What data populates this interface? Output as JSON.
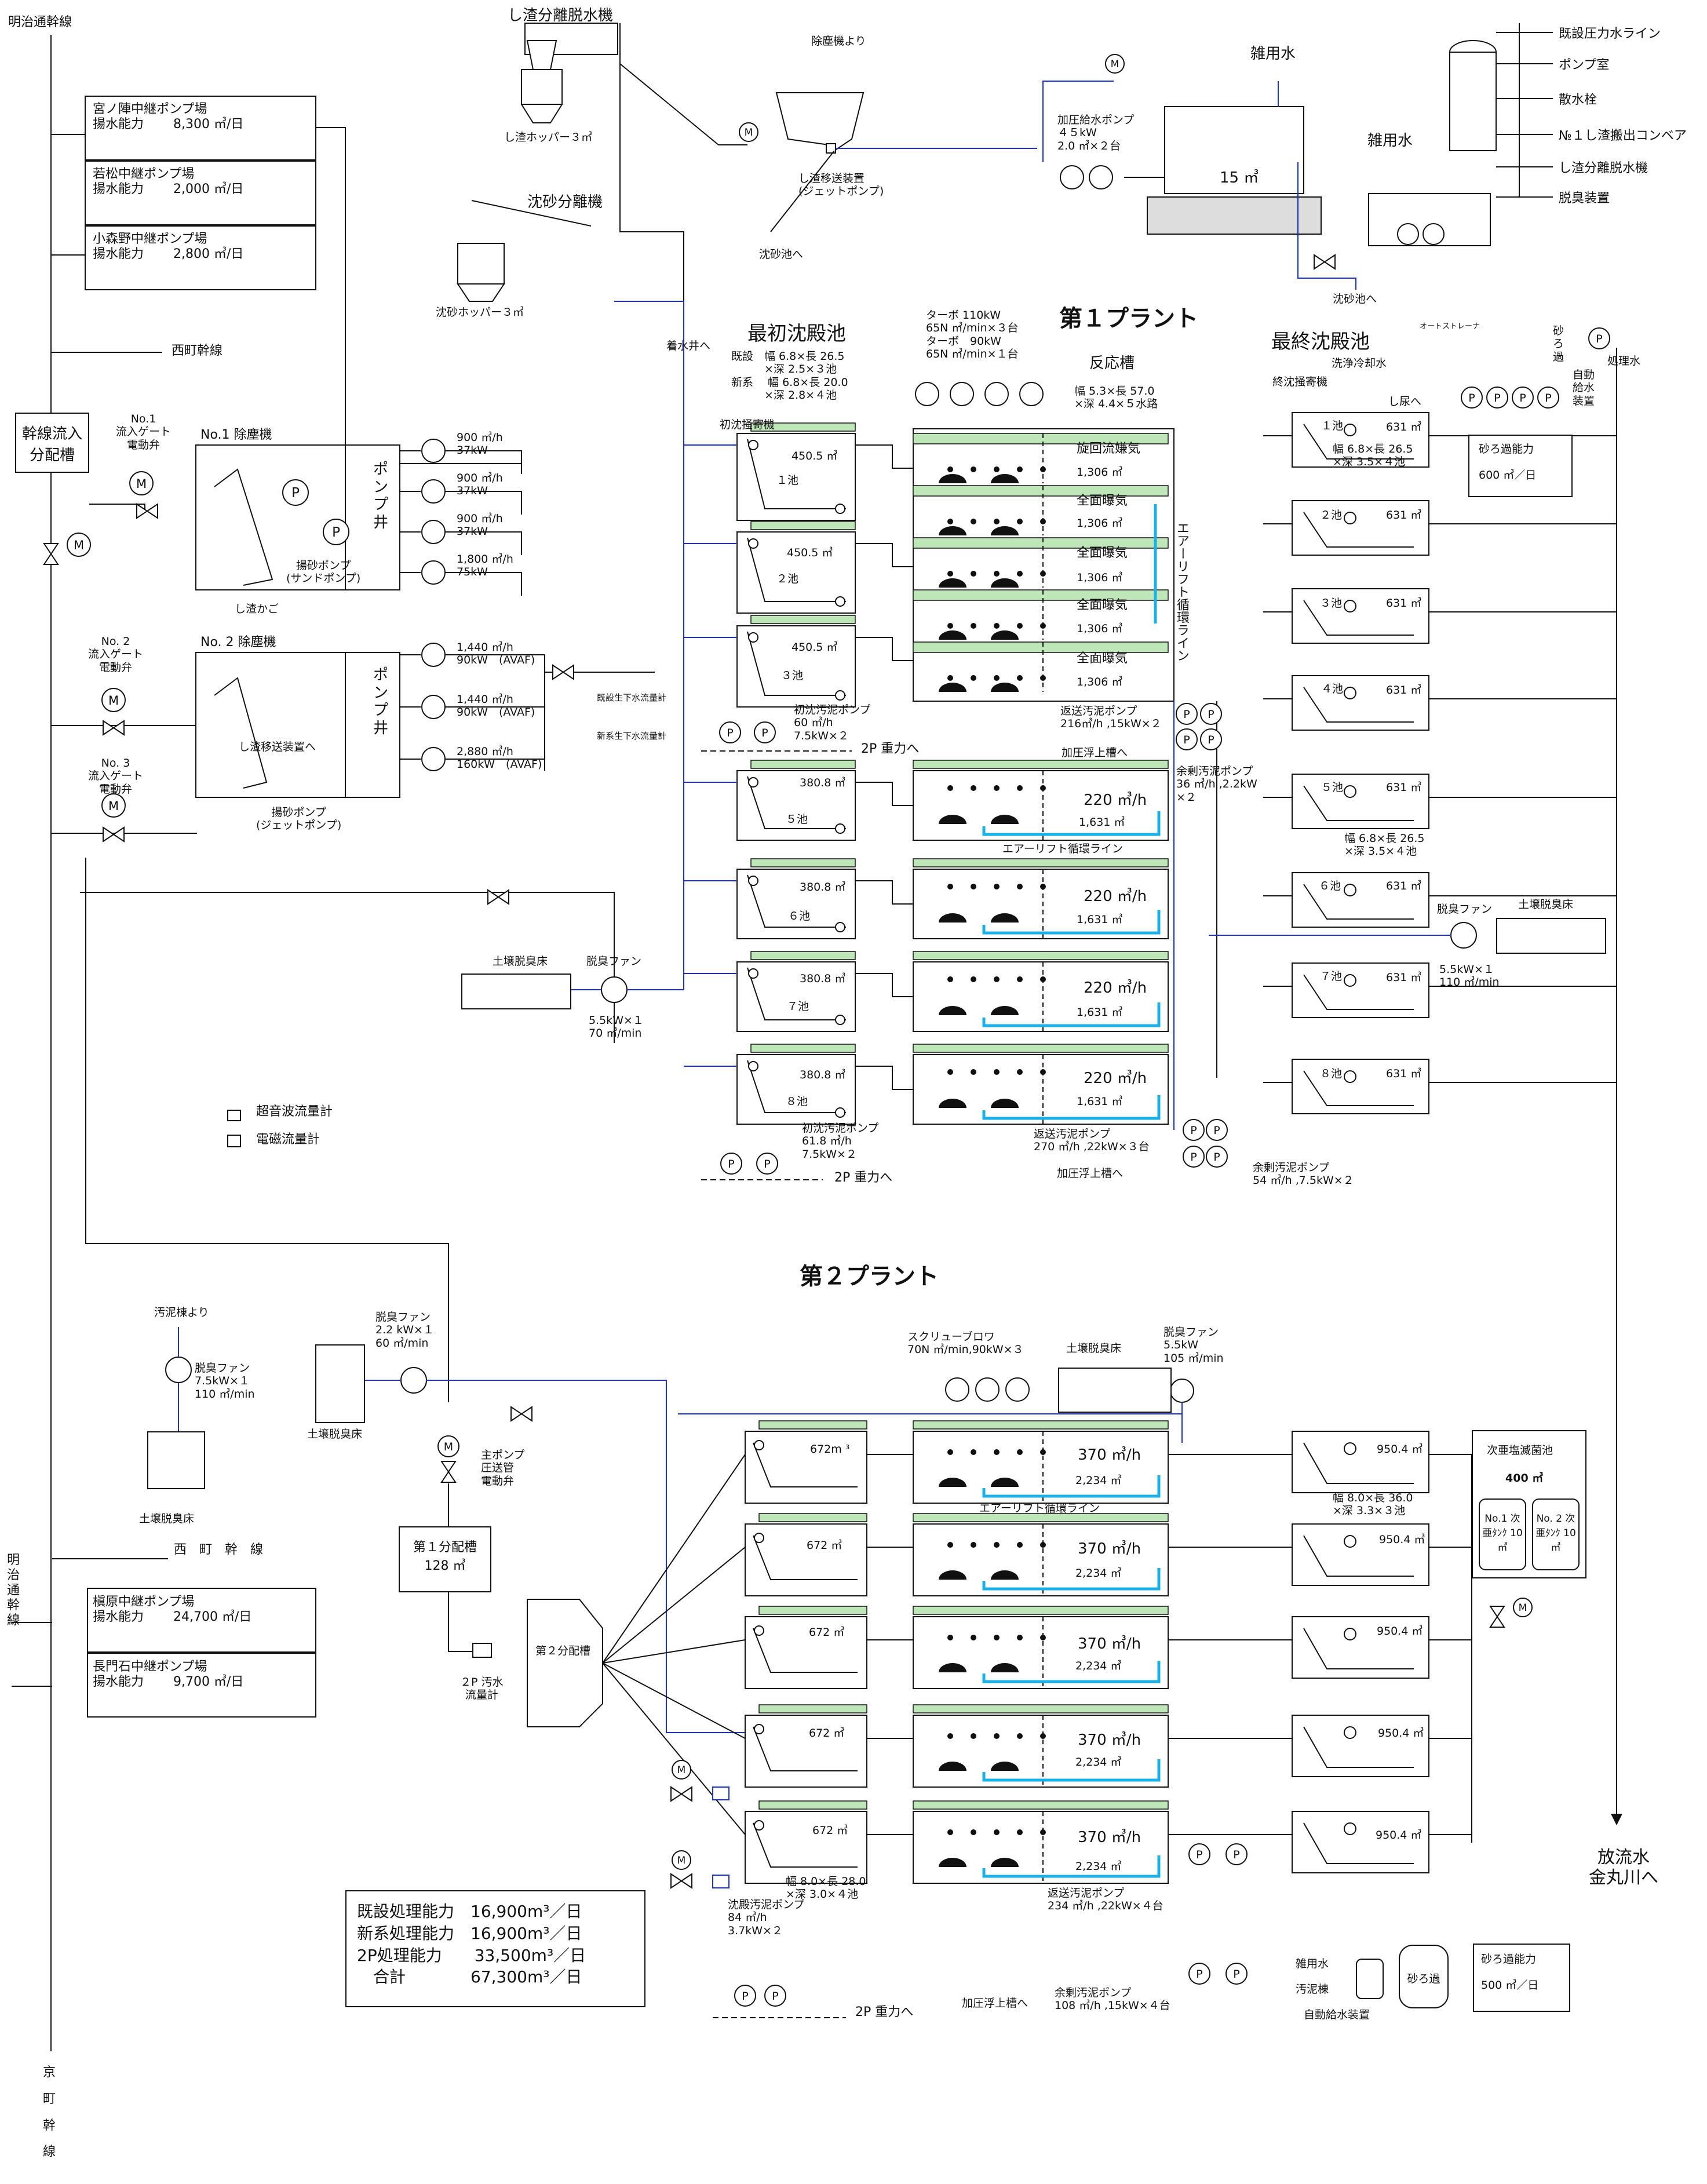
{
  "colors": {
    "line": "#111111",
    "air": "#1a2fd6",
    "sludge": "#18b2e8",
    "tank_top": "#bfe6b8"
  },
  "texts": {
    "main_trunk": "明治通幹線",
    "pump_station_1": "宮ノ陣中継ポンプ場\n揚水能力　　 8,300 ㎥/日",
    "pump_station_2": "若松中継ポンプ場\n揚水能力　　 2,000 ㎥/日",
    "pump_station_3": "小森野中継ポンプ場\n揚水能力　　 2,800 ㎥/日",
    "nishimachi_1": "西町幹線",
    "distribution_tank": "幹線流入\n分配槽",
    "gate_valve_1": "No.1\n流入ゲート\n電動弁",
    "gate_valve_2": "No. 2\n流入ゲート\n電動弁",
    "gate_valve_3": "No. 3\n流入ゲート\n電動弁",
    "screen_1": "No.1 除塵機",
    "screen_2": "No. 2 除塵機",
    "screen_basket": "し渣かご",
    "sand_pump": "揚砂ポンプ\n(サンドポンプ)",
    "pump_well": "ポ\nン\nプ\n井",
    "pump_well_2": "ポ\nン\nプ\n井",
    "jet_pump": "揚砂ポンプ\n(ジェットポンプ)",
    "screenings_conveyor": "し渣移送装置へ",
    "pump_1": "900 ㎥/h\n37kW",
    "pump_2": "900 ㎥/h\n37kW",
    "pump_3": "900 ㎥/h\n37kW",
    "pump_4": "1,800 ㎥/h\n75kW",
    "pump_5": "1,440 ㎥/h\n90kW　(AVAF)",
    "pump_6": "1,440 ㎥/h\n90kW　(AVAF)",
    "pump_7": "2,880 ㎥/h\n160kW　(AVAF)",
    "dewater_machine": "し渣分離脱水機",
    "screenings_hopper": "し渣ホッパー３㎥",
    "grit_separator": "沈砂分離機",
    "grit_hopper": "沈砂ホッパー３㎥",
    "from_screen": "除塵機より",
    "jet_conveyor": "し渣移送装置\n(ジェットポンプ)",
    "to_grit_1": "沈砂池へ",
    "to_grit_2": "沈砂池へ",
    "to_wet_well": "着水井へ",
    "booster_pump": "加圧給水ポンプ\n４５kW\n2.0 ㎥×２台",
    "misc_water_1": "雑用水",
    "misc_water_2": "雑用水",
    "water_tank": "15 ㎥",
    "supply_1": "既設圧力水ライン",
    "supply_2": "ポンプ室",
    "supply_3": "散水栓",
    "supply_4": "№１し渣搬出コンベア",
    "supply_5": "し渣分離脱水機",
    "supply_6": "脱臭装置",
    "plant1_title": "第１プラント",
    "primary_title": "最初沈殿池",
    "primary_spec": "既設　幅 6.8×長 26.5\n　　　×深 2.5×３池\n新系　 幅 6.8×長 20.0\n　　　×深 2.8×４池",
    "blower_spec": "ターボ 110kW\n65N ㎥/min×３台\nターボ　90kW\n65N ㎥/min×１台",
    "reactor_title": "反応槽",
    "reactor_spec": "幅 5.3×長 57.0\n×深 4.4×５水路",
    "final_title": "最終沈殿池",
    "scraper_1": "初沈掻寄機",
    "scraper_2": "終沈掻寄機",
    "p_cap_1": "450.5 ㎥",
    "p_cap_2": "450.5 ㎥",
    "p_cap_3": "450.5 ㎥",
    "p_cap_5": "380.8 ㎥",
    "p_cap_6": "380.8 ㎥",
    "p_cap_7": "380.8 ㎥",
    "p_cap_8": "380.8 ㎥",
    "p_no_1": "１池",
    "p_no_2": "２池",
    "p_no_3": "３池",
    "p_no_5": "５池",
    "p_no_6": "６池",
    "p_no_7": "７池",
    "p_no_8": "８池",
    "r1_mode": "旋回流嫌気",
    "r2_mode": "全面曝気",
    "r3_mode": "全面曝気",
    "r4_mode": "全面曝気",
    "r5_mode": "全面曝気",
    "r1_vol": "1,306 ㎥",
    "r2_vol": "1,306 ㎥",
    "r3_vol": "1,306 ㎥",
    "r4_vol": "1,306 ㎥",
    "r5_vol": "1,306 ㎥",
    "r6_flow": "220 ㎥/h",
    "r6_vol": "1,631 ㎥",
    "r7_flow": "220 ㎥/h",
    "r7_vol": "1,631 ㎥",
    "r8_flow": "220 ㎥/h",
    "r8_vol": "1,631 ㎥",
    "r9_flow": "220 ㎥/h",
    "r9_vol": "1,631 ㎥",
    "airlift_1": "エアーリフト循環ライン",
    "airlift_2": "エアーリフト循環ライン",
    "f_no_1": "１池",
    "f_no_2": "２池",
    "f_no_3": "３池",
    "f_no_4": "４池",
    "f_no_5": "５池",
    "f_no_6": "６池",
    "f_no_7": "７池",
    "f_no_8": "８池",
    "f_vol_1": "631 ㎥",
    "f_vol_2": "631 ㎥",
    "f_vol_3": "631 ㎥",
    "f_vol_4": "631 ㎥",
    "f_vol_5": "631 ㎥",
    "f_vol_6": "631 ㎥",
    "f_vol_7": "631 ㎥",
    "f_vol_8": "631 ㎥",
    "final_spec_1": "幅 6.8×長 26.5\n×深 3.5×４池",
    "final_spec_2": "幅 6.8×長 26.5\n×深 3.5×４池",
    "sand_filter_cap_1": "砂ろ過能力\n\n600 ㎥／日",
    "auto_strainer": "オートストレーナ",
    "sand_filter": "砂\nろ\n過",
    "treated_water": "処理水",
    "wash_water": "洗浄冷却水",
    "to_sludge_shed": "し尿へ",
    "auto_supply": "自動\n給水\n装置",
    "primary_sludge_pump_1": "初沈汚泥ポンプ\n60 ㎥/h\n7.5kW×２",
    "primary_sludge_pump_2": "初沈汚泥ポンプ\n61.8 ㎥/h\n7.5kW×２",
    "return_pump_1": "返送汚泥ポンプ\n216㎥/h ,15kW×２",
    "return_pump_2": "返送汚泥ポンプ\n270 ㎥/h ,22kW×３台",
    "excess_pump_1": "余剰汚泥ポンプ\n36 ㎥/h ,2.2kW\n×２",
    "excess_pump_2": "余剰汚泥ポンプ\n54 ㎥/h ,7.5kW×２",
    "to_pressure_1": "加圧浮上槽へ",
    "to_pressure_2": "加圧浮上槽へ",
    "to_pressure_3": "加圧浮上槽へ",
    "gravity_1": "2P 重力へ",
    "gravity_2": "2P 重力へ",
    "gravity_3": "2P 重力へ",
    "flowmeter_old": "既設生下水流量計",
    "flowmeter_new": "新系生下水流量計",
    "deodor_fan_1": "脱臭ファン",
    "deodor_fan_1_spec": "5.5kW×１\n70 ㎥/min",
    "soil_bed_1": "土壌脱臭床",
    "deodor_fan_2": "脱臭ファン",
    "deodor_fan_2_spec": "5.5kW×１\n110 ㎥/min",
    "soil_bed_2": "土壌脱臭床",
    "legend_ultrasonic": "超音波流量計",
    "legend_magnetic": "電磁流量計",
    "plant2_title": "第２プラント",
    "from_sludge_building": "汚泥棟より",
    "deodor_fan_3": "脱臭ファン\n7.5kW×１\n110 ㎥/min",
    "soil_bed_3": "土壌脱臭床",
    "deodor_fan_4": "脱臭ファン\n2.2 kW×１\n60 ㎥/min",
    "soil_bed_4": "土壌脱臭床",
    "main_pump_valve": "主ポンプ\n圧送管\n電動弁",
    "dist_tank_1": "第１分配槽\n\n128 ㎥",
    "dist_tank_2": "第２分配槽",
    "flowmeter_2p": "２P 汚水\n流量計",
    "screw_blower": "スクリューブロワ\n70N ㎥/min,90kW×３",
    "soil_bed_5": "土壌脱臭床",
    "deodor_fan_5": "脱臭ファン\n5.5kW\n105 ㎥/min",
    "q_vol_1": "672m ³",
    "q_vol_2": "672 ㎥",
    "q_vol_3": "672 ㎥",
    "q_vol_4": "672 ㎥",
    "q_vol_5": "672 ㎥",
    "q_spec": "幅 8.0×長 28.0\n×深 3.0×４池",
    "s_flow_1": "370 ㎥/h",
    "s_vol_1": "2,234 ㎥",
    "s_flow_2": "370 ㎥/h",
    "s_vol_2": "2,234 ㎥",
    "s_flow_3": "370 ㎥/h",
    "s_vol_3": "2,234 ㎥",
    "s_flow_4": "370 ㎥/h",
    "s_vol_4": "2,234 ㎥",
    "s_flow_5": "370 ㎥/h",
    "s_vol_5": "2,234 ㎥",
    "airlift_3": "エアーリフト循環ライン",
    "g_vol_1": "950.4 ㎥",
    "g_vol_2": "950.4 ㎥",
    "g_vol_3": "950.4 ㎥",
    "g_vol_4": "950.4 ㎥",
    "g_vol_5": "950.4 ㎥",
    "g_spec": "幅 8.0×長 36.0\n×深 3.3×３池",
    "hypo_tank": "次亜塩滅菌池",
    "hypo_vol": "400 ㎥",
    "hypo_1": "No.1\n次亜ﾀﾝｸ\n10 ㎥",
    "hypo_2": "No. 2\n次亜ﾀﾝｸ\n10 ㎥",
    "discharge": "放流水\n金丸川へ",
    "return_pump_3": "返送汚泥ポンプ\n234 ㎥/h ,22kW×４台",
    "settle_pump": "沈殿汚泥ポンプ\n84 ㎥/h\n3.7kW×２",
    "excess_pump_3": "余剰汚泥ポンプ\n108 ㎥/h ,15kW×４台",
    "misc_water_3": "雑用水",
    "sludge_building": "汚泥棟",
    "auto_supply_2": "自動給水装置",
    "sand_filter_2": "砂ろ過",
    "sand_filter_cap_2": "砂ろ過能力\n\n500 ㎥／日",
    "pump_station_4": "槇原中継ポンプ場\n揚水能力　　 24,700 ㎥/日",
    "pump_station_5": "長門石中継ポンプ場\n揚水能力　　 9,700 ㎥/日",
    "nishimachi_2": "西　町　幹　線",
    "main_trunk_2": "明\n治\n通\n幹\n線",
    "kyomachi": "京\n\n町\n\n幹\n\n線",
    "cap_summary": "既設処理能力　16,900m³／日\n新系処理能力　16,900m³／日\n2P処理能力　　33,500m³／日\n　合計　　　　67,300m³／日",
    "sym_m": "M",
    "sym_p": "P"
  }
}
